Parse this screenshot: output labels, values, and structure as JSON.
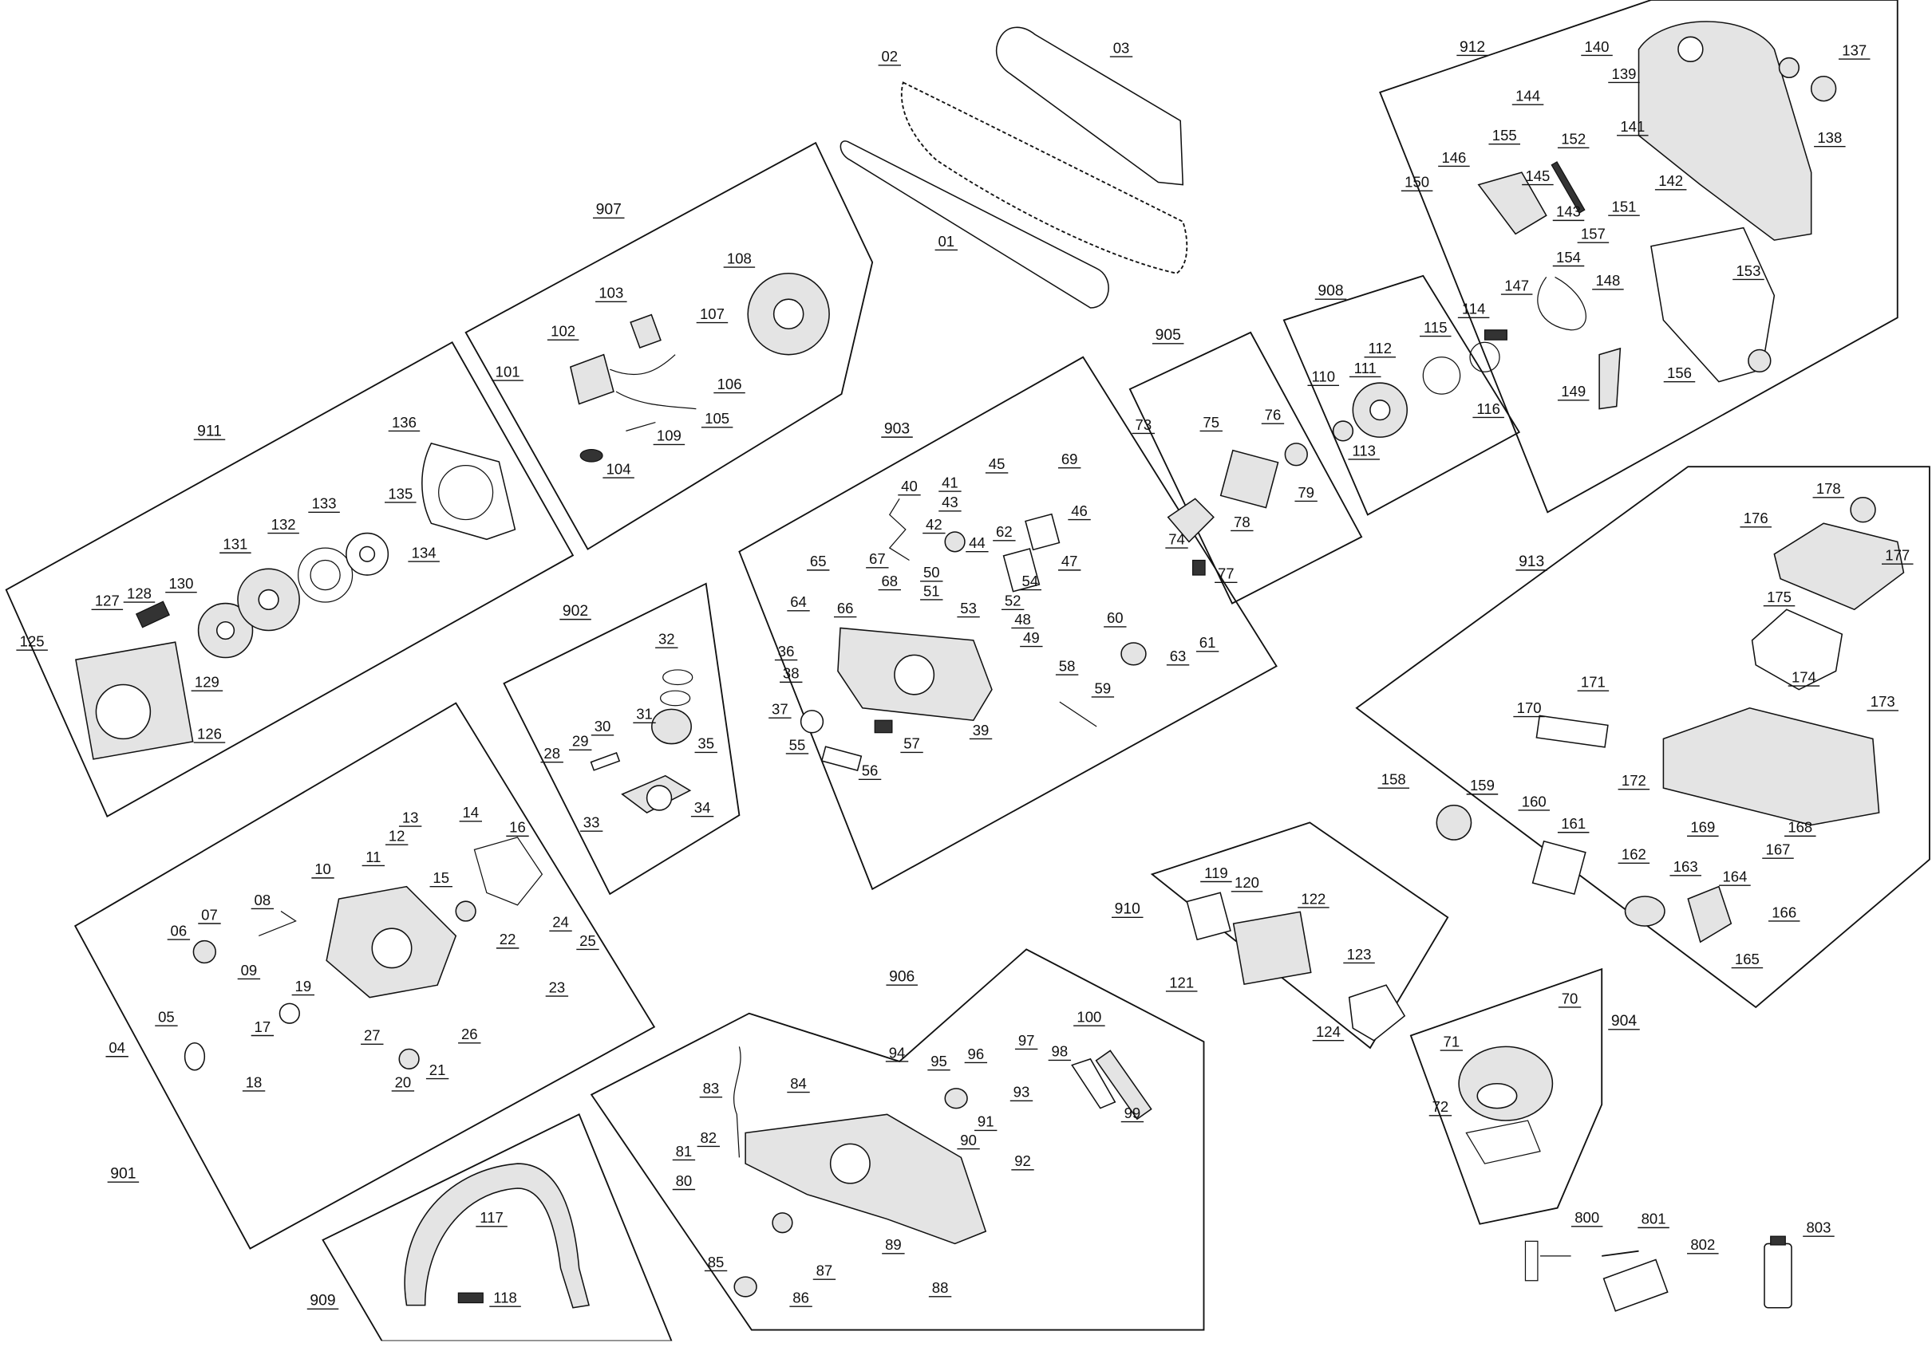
{
  "diagram": {
    "groups": [
      {
        "id": "901"
      },
      {
        "id": "902"
      },
      {
        "id": "903"
      },
      {
        "id": "904"
      },
      {
        "id": "905"
      },
      {
        "id": "906"
      },
      {
        "id": "907"
      },
      {
        "id": "908"
      },
      {
        "id": "909"
      },
      {
        "id": "910"
      },
      {
        "id": "911"
      },
      {
        "id": "912"
      },
      {
        "id": "913"
      }
    ],
    "parts": [
      "01",
      "02",
      "03",
      "04",
      "05",
      "06",
      "07",
      "08",
      "09",
      "10",
      "11",
      "12",
      "13",
      "14",
      "15",
      "16",
      "17",
      "18",
      "19",
      "20",
      "21",
      "22",
      "23",
      "24",
      "25",
      "26",
      "27",
      "28",
      "29",
      "30",
      "31",
      "32",
      "33",
      "34",
      "35",
      "36",
      "37",
      "38",
      "39",
      "40",
      "41",
      "42",
      "43",
      "44",
      "45",
      "46",
      "47",
      "48",
      "49",
      "50",
      "51",
      "52",
      "53",
      "54",
      "55",
      "56",
      "57",
      "58",
      "59",
      "60",
      "61",
      "62",
      "63",
      "64",
      "65",
      "66",
      "67",
      "68",
      "69",
      "70",
      "71",
      "72",
      "73",
      "74",
      "75",
      "76",
      "77",
      "78",
      "79",
      "80",
      "81",
      "82",
      "83",
      "84",
      "85",
      "86",
      "87",
      "88",
      "89",
      "90",
      "91",
      "92",
      "93",
      "94",
      "95",
      "96",
      "97",
      "98",
      "99",
      "100",
      "101",
      "102",
      "103",
      "104",
      "105",
      "106",
      "107",
      "108",
      "109",
      "110",
      "111",
      "112",
      "113",
      "114",
      "115",
      "116",
      "117",
      "118",
      "119",
      "120",
      "121",
      "122",
      "123",
      "124",
      "125",
      "126",
      "127",
      "128",
      "129",
      "130",
      "131",
      "132",
      "133",
      "134",
      "135",
      "136",
      "137",
      "138",
      "139",
      "140",
      "141",
      "142",
      "143",
      "144",
      "145",
      "146",
      "147",
      "148",
      "149",
      "150",
      "151",
      "152",
      "153",
      "154",
      "155",
      "156",
      "157",
      "158",
      "159",
      "160",
      "161",
      "162",
      "163",
      "164",
      "165",
      "166",
      "167",
      "168",
      "169",
      "170",
      "171",
      "172",
      "173",
      "174",
      "175",
      "176",
      "177",
      "178",
      "800",
      "801",
      "802",
      "803"
    ]
  }
}
